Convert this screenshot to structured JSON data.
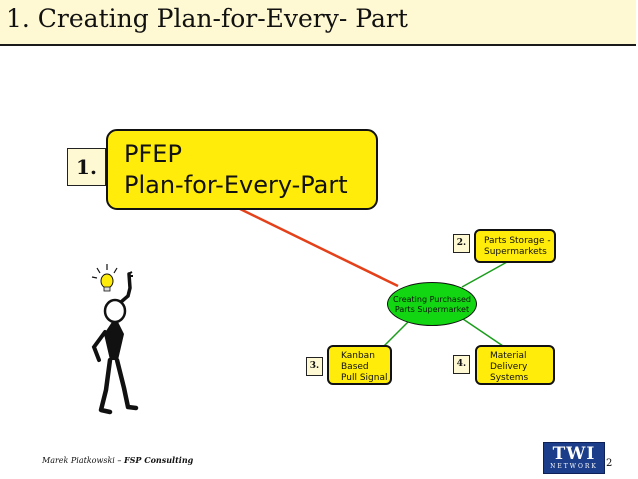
{
  "slide": {
    "title": "1. Creating Plan-for-Every- Part"
  },
  "pfep": {
    "number": "1.",
    "line1": "PFEP",
    "line2": "Plan-for-Every-Part"
  },
  "center_node": {
    "line1": "Creating Purchased",
    "line2": "Parts Supermarket"
  },
  "nodes": {
    "storage": {
      "number": "2.",
      "line1": "Parts Storage -",
      "line2": "Supermarkets"
    },
    "kanban": {
      "number": "3.",
      "line1": "Kanban",
      "line2": "Based",
      "line3": "Pull Signal"
    },
    "material": {
      "number": "4.",
      "line1": "Material",
      "line2": "Delivery",
      "line3": "Systems"
    }
  },
  "footer": {
    "author": "Marek Piatkowski – ",
    "company": "FSP Consulting",
    "page_number": "2",
    "logo_main": "TWI",
    "logo_sub": "NETWORK"
  },
  "colors": {
    "title_bg": "#fff9d3",
    "box_yellow": "#ffec0a",
    "center_green": "#11d611",
    "connector_red": "#e4411a",
    "connector_green": "#1a9e1a",
    "logo_blue": "#1c3e8a"
  },
  "icons": {
    "thinking_figure": "stick-figure-with-lightbulb-icon"
  }
}
